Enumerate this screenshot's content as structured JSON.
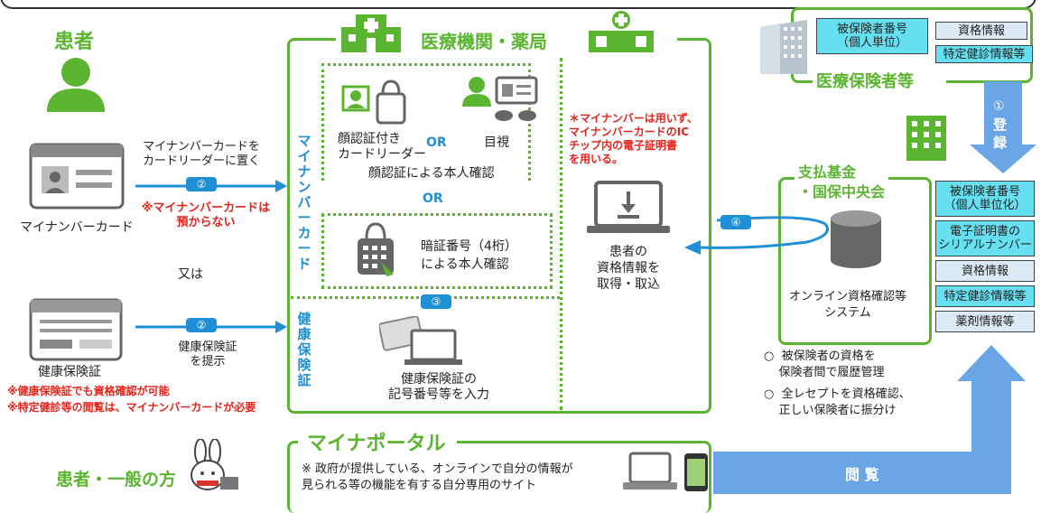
{
  "patient": {
    "title": "患者",
    "mynumber_card": "マイナンバーカード",
    "or_text": "又は",
    "insurance_card": "健康保険証"
  },
  "flow1": {
    "text": "マイナンバーカードを\nカードリーダーに置く",
    "step": "②",
    "note": "※マイナンバーカードは\n預からない"
  },
  "flow2": {
    "step": "②",
    "text": "健康保険証\nを提示"
  },
  "notes": {
    "line1": "※健康保険証でも資格確認が可能",
    "line2": "※特定健診等の閲覧は、マイナンバーカードが必要"
  },
  "medical": {
    "title": "医療機関・薬局",
    "mynumber_vertical": "マイナンバーカード",
    "hoken_vertical": "健康保険証",
    "face_reader": "顔認証付き\nカードリーダー",
    "or1": "OR",
    "visual": "目視",
    "face_confirm": "顔認証による本人確認",
    "or2": "OR",
    "pin": "暗証番号（4桁）\nによる本人確認",
    "step3": "③",
    "hoken_input": "健康保険証の\n記号番号等を入力",
    "asterisk_note": "＊マイナンバーは用いず、\nマイナンバーカードのIC\nチップ内の電子証明書\nを用いる。",
    "get_info": "患者の\n資格情報を\n取得・取込"
  },
  "insurer": {
    "title": "医療保険者等",
    "number": "被保険者番号\n（個人単位）",
    "qualification": "資格情報",
    "checkup": "特定健診情報等"
  },
  "register": {
    "step": "①",
    "label": "登\n録"
  },
  "fund": {
    "title": "支払基金\n・国保中央会",
    "step4": "④",
    "system": "オンライン資格確認等\nシステム",
    "number": "被保険者番号\n（個人単位化）",
    "cert_serial": "電子証明書の\nシリアルナンバー",
    "qualification": "資格情報",
    "checkup": "特定健診情報等",
    "drug": "薬剤情報等",
    "bullet1": "○  被保険者の資格を\n    保険者間で履歴管理",
    "bullet2": "○  全レセプトを資格確認、\n    正しい保険者に振分け"
  },
  "portal": {
    "subject": "患者・一般の方",
    "title": "マイナポータル",
    "desc": "※  政府が提供している、オンラインで自分の情報が\n見られる等の機能を有する自分専用のサイト",
    "view": "閲 覧"
  },
  "colors": {
    "green": "#5cb531",
    "blue": "#1f8fd6",
    "red": "#e8231b",
    "cyan": "#66e0f0",
    "lightblue": "#dce9f7"
  }
}
